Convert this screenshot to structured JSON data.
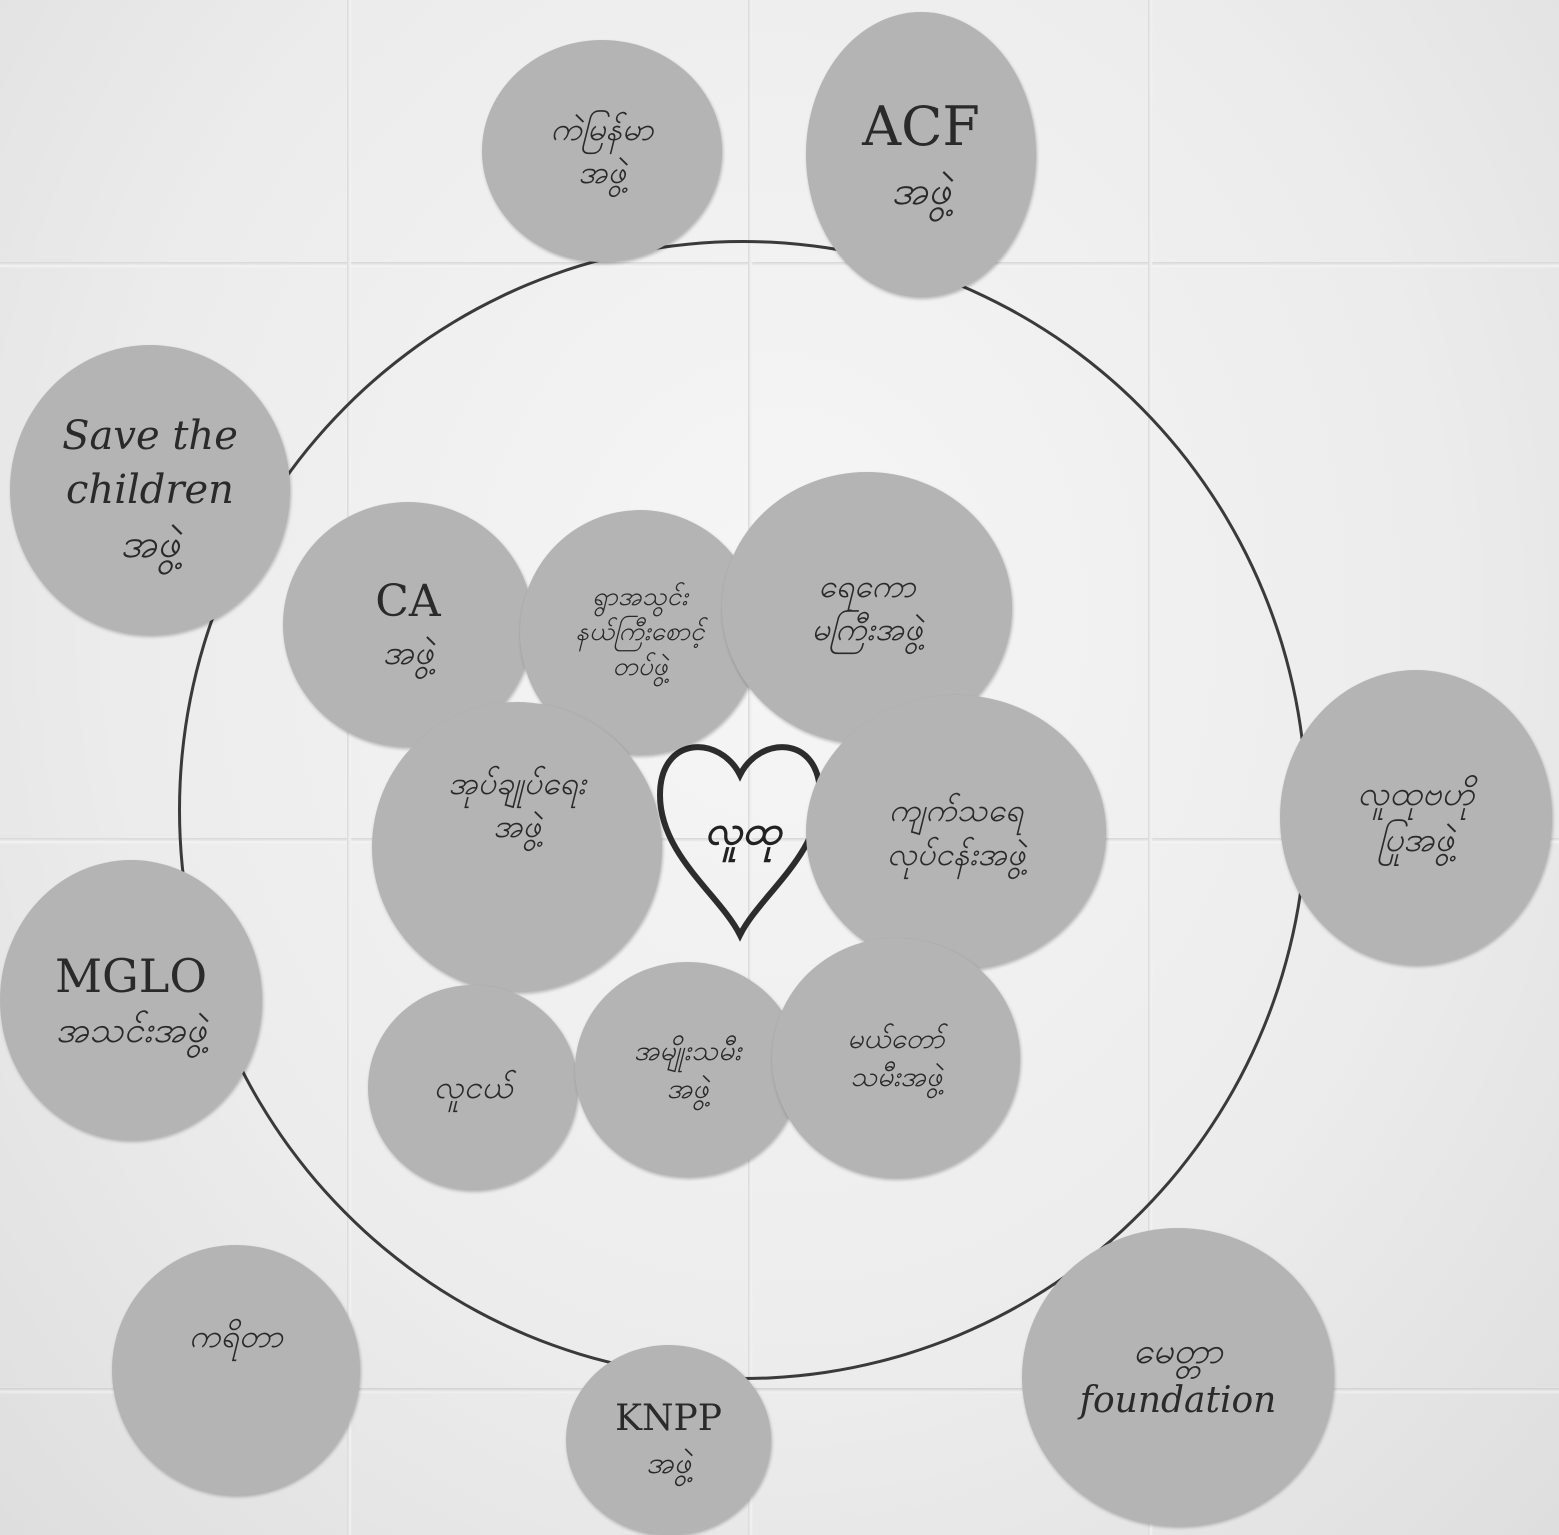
{
  "discs": {
    "top_left": {
      "line1": "ကဲမြန်မာ",
      "line2": "အဖွဲ့"
    },
    "acf": {
      "line1": "ACF",
      "line2": "အဖွဲ့"
    },
    "save_children": {
      "line1": "Save the",
      "line2": "children",
      "line3": "အဖွဲ့"
    },
    "ca": {
      "line1": "CA",
      "line2": "အဖွဲ့"
    },
    "center_top": {
      "line1": "ရွာအသွင်း",
      "line2": "နယ်ကြီးစောင့်",
      "line3": "တပ်ဖွဲ့"
    },
    "right_top": {
      "line1": "ရေကော",
      "line2": "မကြီးအဖွဲ့"
    },
    "left_mid": {
      "line1": "အုပ်ချုပ်ရေး",
      "line2": "အဖွဲ့"
    },
    "right_mid": {
      "line1": "ကျက်သရေ",
      "line2": "လုပ်ငန်းအဖွဲ့"
    },
    "far_right": {
      "line1": "လူထုဗဟို",
      "line2": "ပြုအဖွဲ့"
    },
    "mglo": {
      "line1": "MGLO",
      "line2": "အသင်းအဖွဲ့"
    },
    "bottom_a": {
      "line1": "လူငယ်"
    },
    "bottom_b": {
      "line1": "အမျိုးသမီး",
      "line2": "အဖွဲ့"
    },
    "bottom_c": {
      "line1": "မယ်တော်",
      "line2": "သမီးအဖွဲ့"
    },
    "bottom_left": {
      "line1": "ကရိတာ"
    },
    "knpp": {
      "line1": "KNPP",
      "line2": "အဖွဲ့"
    },
    "foundation": {
      "line1": "မေတ္တာ",
      "line2": "foundation"
    }
  },
  "heart": {
    "label": "လူထု"
  },
  "colors": {
    "disc": "#b4b4b4",
    "ink": "#2a2a2a",
    "paper": "#ebebeb"
  }
}
